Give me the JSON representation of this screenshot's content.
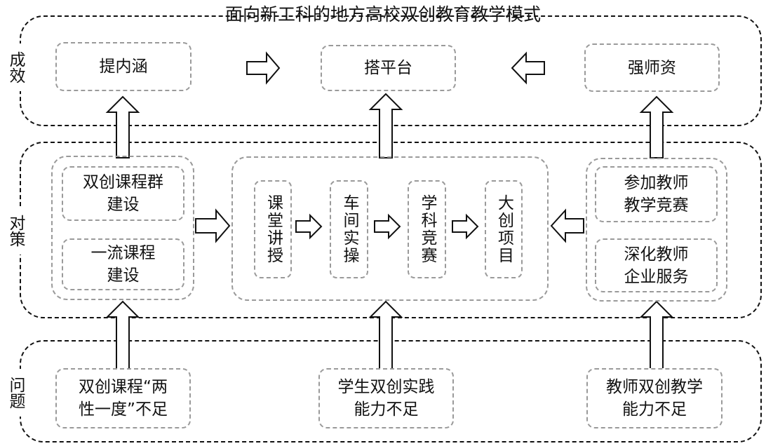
{
  "title": "面向新工科的地方高校双创教育教学模式",
  "sections": {
    "outcomes": {
      "label": "成效",
      "items": [
        "提内涵",
        "搭平台",
        "强师资"
      ]
    },
    "strategies": {
      "label": "对策",
      "left": [
        "双创课程群\n建设",
        "一流课程\n建设"
      ],
      "center": [
        "课堂讲授",
        "车间实操",
        "学科竞赛",
        "大创项目"
      ],
      "right": [
        "参加教师\n教学竞赛",
        "深化教师\n企业服务"
      ]
    },
    "problems": {
      "label": "问题",
      "items": [
        "双创课程“两\n性一度”不足",
        "学生双创实践\n能力不足",
        "教师双创教学\n能力不足"
      ]
    }
  }
}
